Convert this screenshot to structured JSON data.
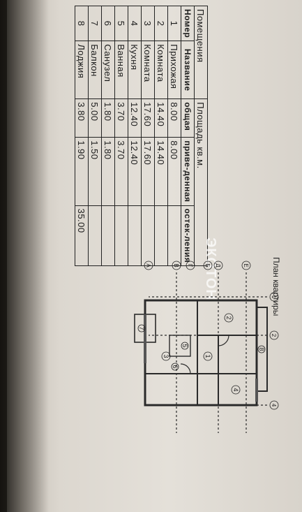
{
  "table": {
    "title": "Помещения",
    "area_header": "Площадь кв.м.",
    "headers": {
      "number": "Номер",
      "name": "Название",
      "total": "общая",
      "reduced": "приве-денная",
      "glazing": "остек-ления"
    },
    "rows": [
      {
        "num": "1",
        "name": "Прихожая",
        "total": "8.00",
        "reduced": "8.00",
        "glazing": ""
      },
      {
        "num": "2",
        "name": "Комната",
        "total": "14.40",
        "reduced": "14.40",
        "glazing": ""
      },
      {
        "num": "3",
        "name": "Комната",
        "total": "17.60",
        "reduced": "17.60",
        "glazing": ""
      },
      {
        "num": "4",
        "name": "Кухня",
        "total": "12.40",
        "reduced": "12.40",
        "glazing": ""
      },
      {
        "num": "5",
        "name": "Ванная",
        "total": "3.70",
        "reduced": "3.70",
        "glazing": ""
      },
      {
        "num": "6",
        "name": "Санузел",
        "total": "1.80",
        "reduced": "1.80",
        "glazing": ""
      },
      {
        "num": "7",
        "name": "Балкон",
        "total": "5.00",
        "reduced": "1.50",
        "glazing": ""
      },
      {
        "num": "8",
        "name": "Лоджия",
        "total": "3.80",
        "reduced": "1.90",
        "glazing": "35.00"
      }
    ]
  },
  "watermark": "ЭКОТОН",
  "plan": {
    "title": "План квартиры",
    "axis_labels": [
      "1",
      "2",
      "4",
      "Е",
      "Д",
      "Б",
      "Г",
      "В",
      "А"
    ],
    "room_labels": [
      "1",
      "2",
      "3",
      "4",
      "5",
      "6",
      "7",
      "8"
    ]
  }
}
